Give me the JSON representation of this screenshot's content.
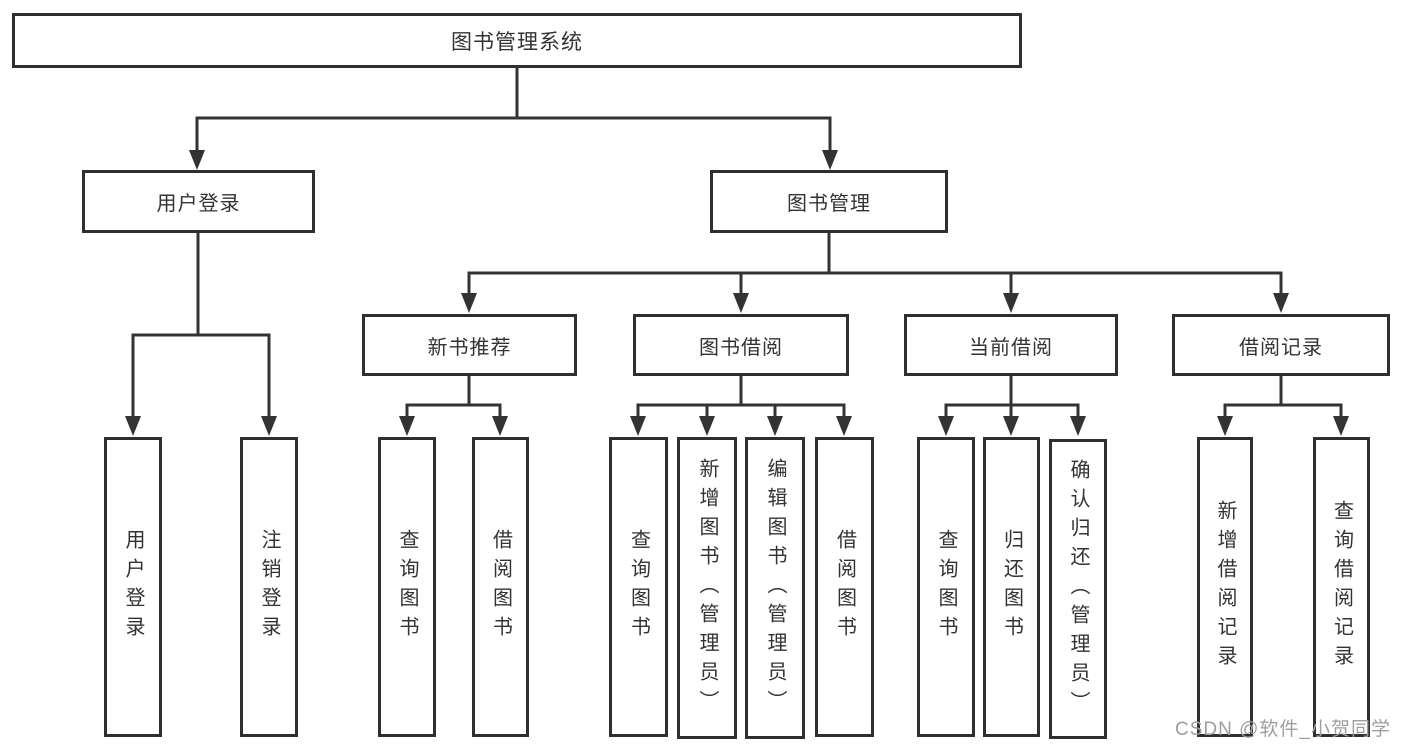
{
  "diagram": {
    "title": "图书管理系统",
    "branches": [
      {
        "label": "用户登录",
        "children": [
          {
            "label": "用户登录"
          },
          {
            "label": "注销登录"
          }
        ]
      },
      {
        "label": "图书管理",
        "groups": [
          {
            "label": "新书推荐",
            "children": [
              {
                "label": "查询图书"
              },
              {
                "label": "借阅图书"
              }
            ]
          },
          {
            "label": "图书借阅",
            "children": [
              {
                "label": "查询图书"
              },
              {
                "label": "新增图书（管理员）"
              },
              {
                "label": "编辑图书（管理员）"
              },
              {
                "label": "借阅图书"
              }
            ]
          },
          {
            "label": "当前借阅",
            "children": [
              {
                "label": "查询图书"
              },
              {
                "label": "归还图书"
              },
              {
                "label": "确认归还（管理员）"
              }
            ]
          },
          {
            "label": "借阅记录",
            "children": [
              {
                "label": "新增借阅记录"
              },
              {
                "label": "查询借阅记录"
              }
            ]
          }
        ]
      }
    ]
  },
  "watermark": {
    "text": "CSDN @软件_小贺同学"
  },
  "colors": {
    "line": "#333333",
    "border": "#2f2f2f",
    "background": "#ffffff",
    "text": "#333333",
    "watermark": "#9e9e9e"
  }
}
